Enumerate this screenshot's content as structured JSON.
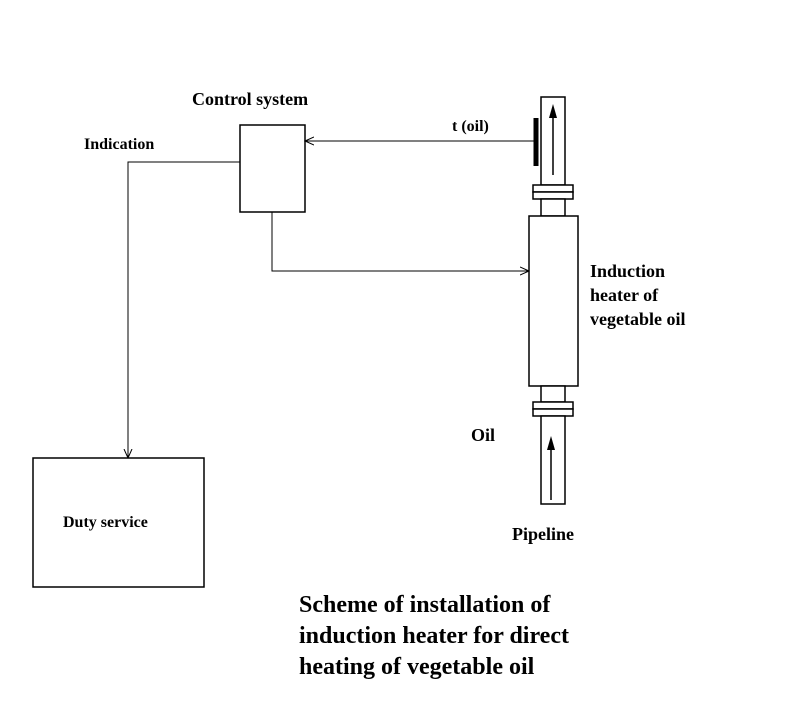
{
  "labels": {
    "control_system": "Control system",
    "indication": "Indication",
    "t_oil": "t (oil)",
    "heater_line1": "Induction",
    "heater_line2": "heater of",
    "heater_line3": "vegetable oil",
    "oil": "Oil",
    "pipeline": "Pipeline",
    "duty_service": "Duty service"
  },
  "caption": {
    "line1": "Scheme of installation of",
    "line2": "induction heater for direct",
    "line3": "heating of vegetable oil"
  }
}
